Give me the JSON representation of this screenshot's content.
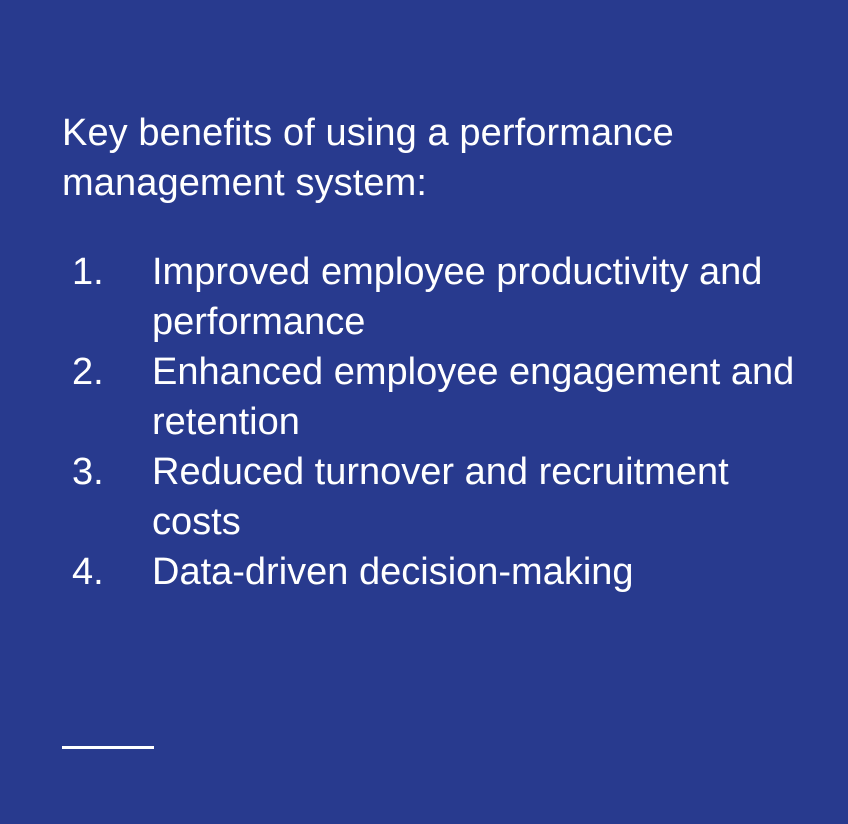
{
  "heading": "Key benefits of using a performance management system:",
  "benefits": [
    {
      "number": "1.",
      "text": "Improved employee productivity and performance"
    },
    {
      "number": "2.",
      "text": "Enhanced employee engagement and retention"
    },
    {
      "number": "3.",
      "text": "Reduced turnover and recruitment costs"
    },
    {
      "number": "4.",
      "text": "Data-driven decision-making"
    }
  ],
  "colors": {
    "background": "#283a8e",
    "text": "#ffffff"
  }
}
